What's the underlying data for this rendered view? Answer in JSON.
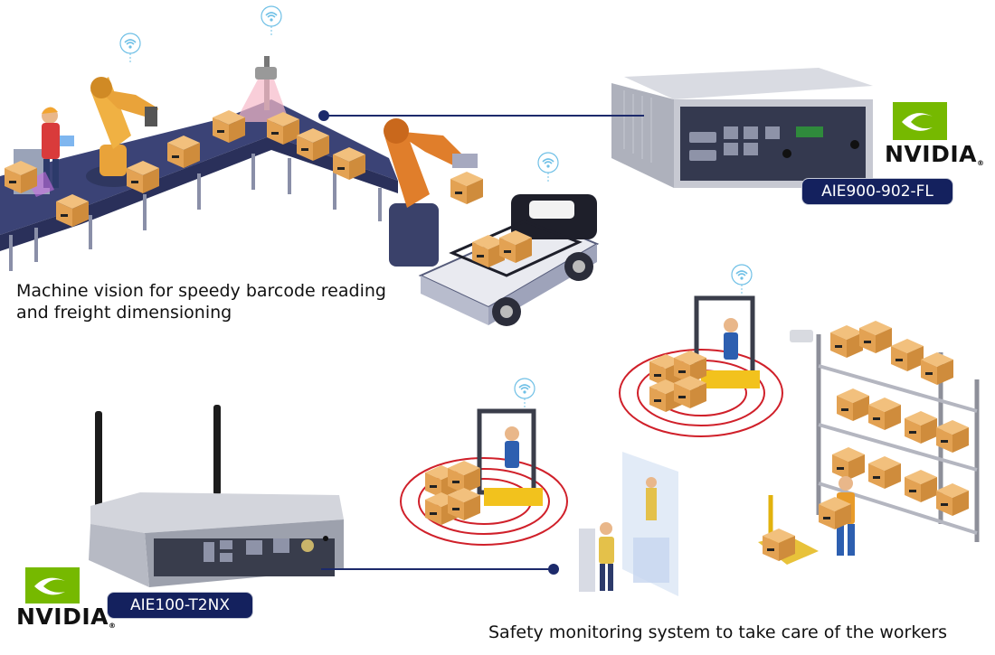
{
  "captions": {
    "machine_vision_line1": "Machine vision for speedy barcode reading",
    "machine_vision_line2": "and freight dimensioning",
    "safety": "Safety monitoring system to take care of the workers"
  },
  "products": {
    "top_model": "AIE900-902-FL",
    "bottom_model": "AIE100-T2NX"
  },
  "brand": {
    "name": "NVIDIA",
    "trademark": "®",
    "color": "#76b900"
  },
  "colors": {
    "badge_bg": "#14215e",
    "connector_line": "#1c2a6b",
    "scan_ring": "#d0202a",
    "box": "#e8a857",
    "conveyor": "#3b4376",
    "robot_orange": "#e9a33a",
    "signal_blue": "#5ab6e0"
  }
}
